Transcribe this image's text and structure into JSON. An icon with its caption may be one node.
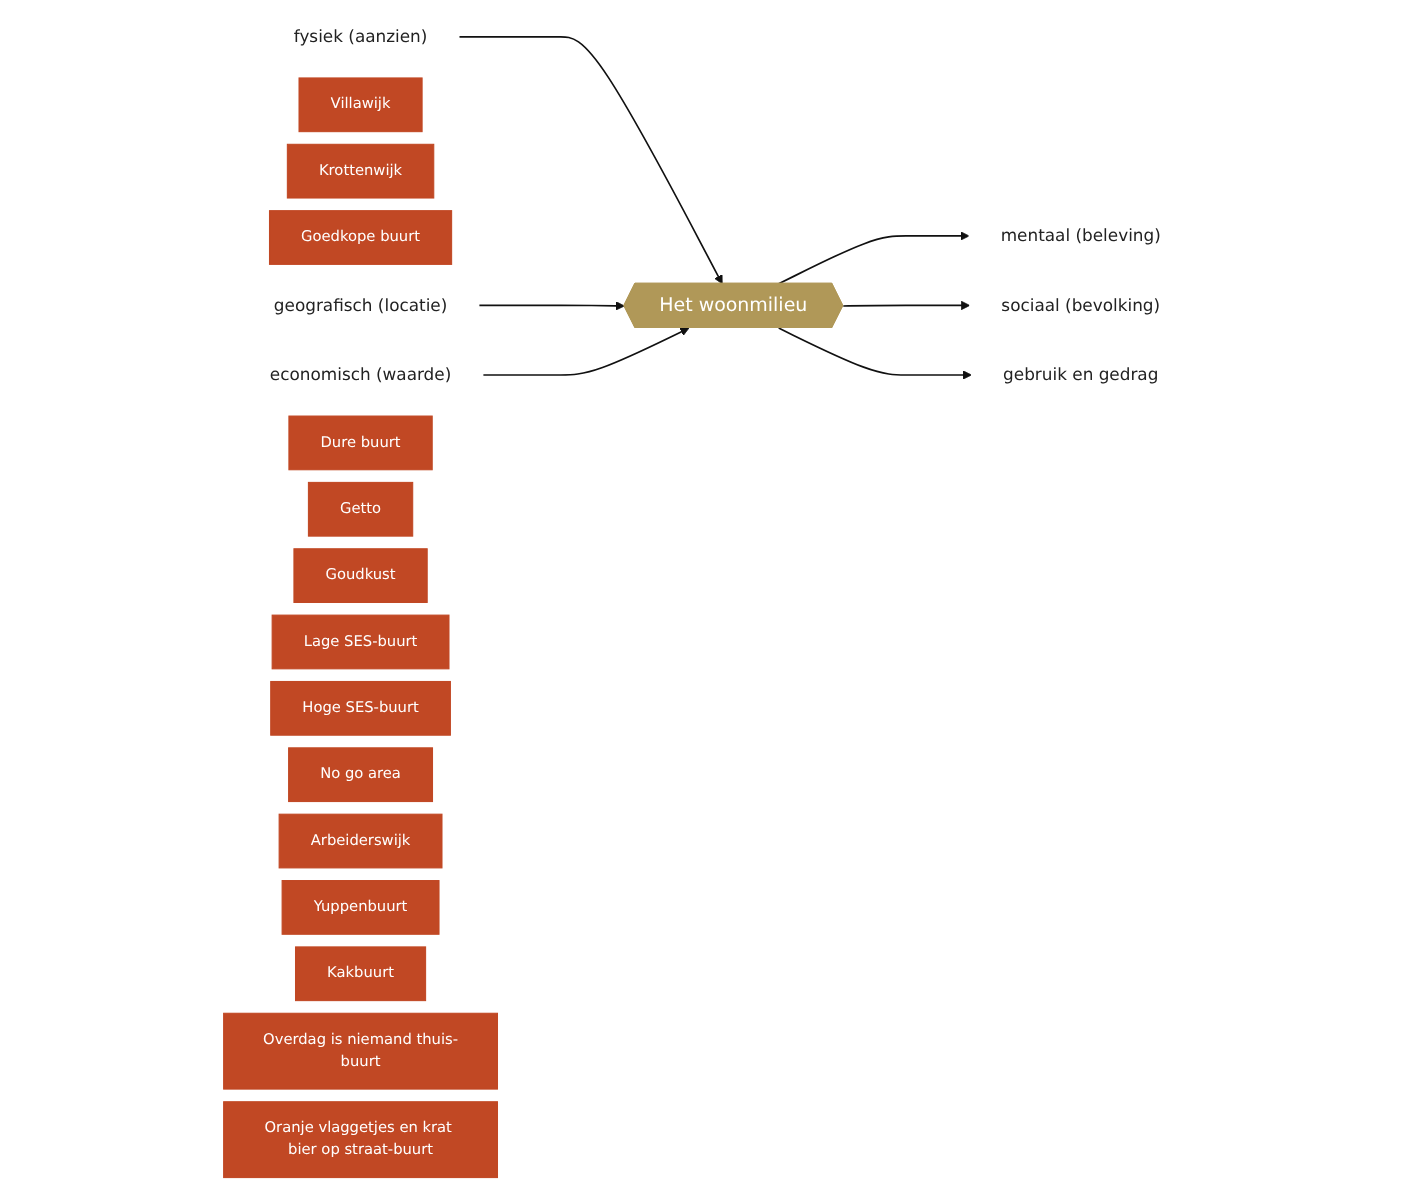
{
  "diagram": {
    "nodes": [
      {
        "text": [
          "fysiek (aanzien)"
        ]
      },
      {
        "text": [
          "Villawijk"
        ]
      },
      {
        "text": [
          "Krottenwijk"
        ]
      },
      {
        "text": [
          "Goedkope buurt"
        ]
      },
      {
        "text": [
          "geografisch (locatie)"
        ]
      },
      {
        "text": [
          "economisch (waarde)"
        ]
      },
      {
        "text": [
          "Dure buurt"
        ]
      },
      {
        "text": [
          "Getto"
        ]
      },
      {
        "text": [
          "Het woonmilieu"
        ]
      },
      {
        "text": [
          "Goudkust"
        ]
      },
      {
        "text": [
          "Lage SES-buurt"
        ]
      },
      {
        "text": [
          "Hoge SES-buurt"
        ]
      },
      {
        "text": [
          "mentaal (beleving)"
        ]
      },
      {
        "text": [
          "sociaal (bevolking)"
        ]
      },
      {
        "text": [
          "No go area"
        ]
      },
      {
        "text": [
          "Arbeiderswijk"
        ]
      },
      {
        "text": [
          "Yuppenbuurt"
        ]
      },
      {
        "text": [
          "Kakbuurt"
        ]
      },
      {
        "text": [
          "gebruik en gedrag"
        ]
      },
      {
        "text": [
          "Overdag is niemand thuis-buurt"
        ]
      },
      {
        "text": [
          "Oranje vlaggetjes en krat bier op straat-buurt"
        ]
      }
    ],
    "edges": [
      {
        "from": 0,
        "to": 8,
        "arrow": "to"
      },
      {
        "from": 4,
        "to": 8,
        "arrow": "to"
      },
      {
        "from": 5,
        "to": 8,
        "arrow": "to"
      },
      {
        "from": 8,
        "to": 12,
        "arrow": "to"
      },
      {
        "from": 8,
        "to": 13,
        "arrow": "to"
      },
      {
        "from": 8,
        "to": 18,
        "arrow": "to"
      }
    ]
  }
}
